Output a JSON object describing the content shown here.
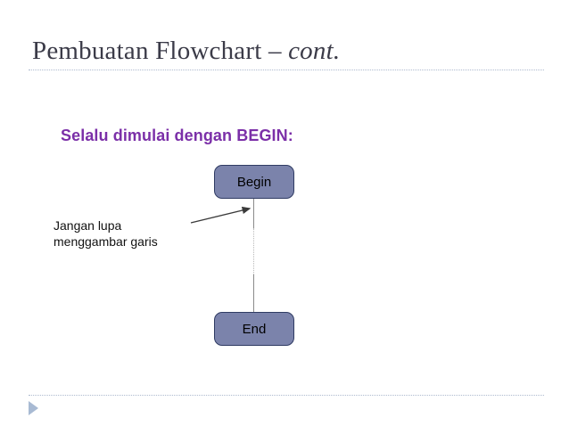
{
  "slide": {
    "title_main": "Pembuatan Flowchart – ",
    "title_italic": "cont.",
    "subtitle": "Selalu dimulai dengan BEGIN:",
    "annotation": "Jangan lupa\nmenggambar garis",
    "background_color": "#ffffff"
  },
  "flowchart": {
    "nodes": [
      {
        "id": "begin",
        "label": "Begin"
      },
      {
        "id": "end",
        "label": "End"
      }
    ],
    "node_fill": "#7b83ab",
    "node_border": "#2f3b63",
    "connector_color": "#8a8a8a",
    "connector_dotted_color": "#b9b9b9"
  },
  "decor": {
    "rule_color": "#aebacf",
    "triangle_color": "#a8bad3",
    "triangle_name": "play-triangle-bullet",
    "title_color": "#3b3b48",
    "subtitle_color": "#7b2fa8"
  }
}
